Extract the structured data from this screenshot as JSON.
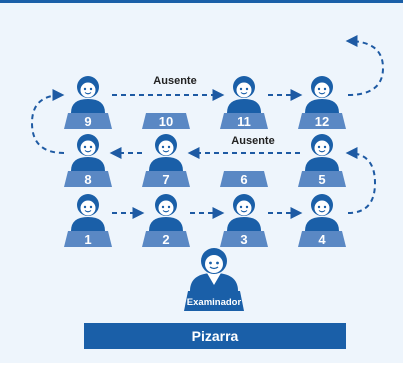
{
  "colors": {
    "background": "#eef5fc",
    "primary": "#1a5fa8",
    "desk": "#5a88c4",
    "arrow": "#1e5aa3",
    "face": "#ffffff",
    "text_dark": "#222222"
  },
  "desks": [
    "1",
    "2",
    "3",
    "4",
    "5",
    "6",
    "7",
    "8",
    "9",
    "10",
    "11",
    "12"
  ],
  "occupied": {
    "1": true,
    "2": true,
    "3": true,
    "4": true,
    "5": true,
    "6": false,
    "7": true,
    "8": true,
    "9": true,
    "10": false,
    "11": true,
    "12": true
  },
  "absent_labels": {
    "top": "Ausente",
    "middle": "Ausente"
  },
  "examiner_label": "Examinador",
  "board_label": "Pizarra",
  "icons": {
    "student": "student-icon",
    "examiner": "examiner-icon",
    "arrow": "dashed-arrow"
  }
}
